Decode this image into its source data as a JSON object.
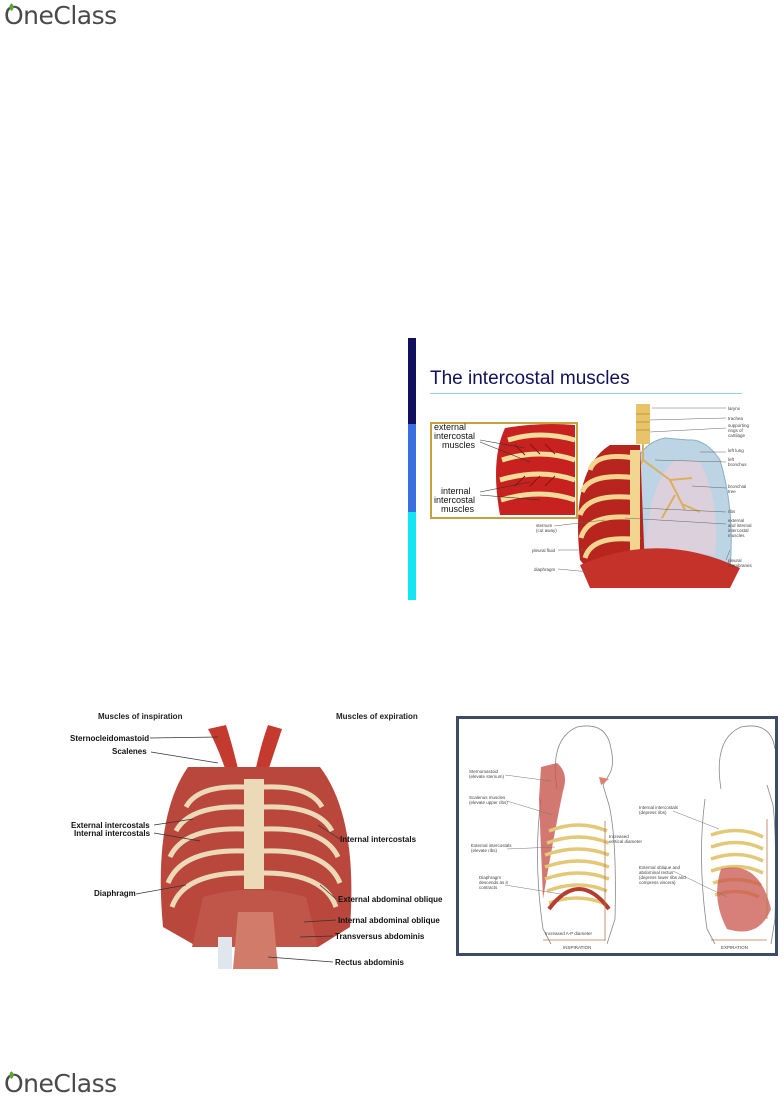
{
  "header": {
    "logo_text": "OneClass"
  },
  "footer": {
    "logo_text": "OneClass"
  },
  "colors": {
    "brand_leaf": "#5aa832",
    "slide_title": "#10105e",
    "slide_frame": "#3c4c66"
  },
  "slide1": {
    "title": "The intercostal muscles",
    "inset_labels": {
      "external": [
        "external",
        "intercostal",
        "muscles"
      ],
      "internal": [
        "internal",
        "intercostal",
        "muscles"
      ]
    },
    "left_labels": {
      "sternum": [
        "sternum",
        "(cut away)"
      ],
      "pleural_fluid": "pleural fluid",
      "diaphragm": "diaphragm"
    },
    "right_labels": {
      "larynx": "larynx",
      "trachea": "trachea",
      "rings": [
        "supporting",
        "rings of",
        "cartilage"
      ],
      "left_lung": "left lung",
      "left_bronchus": [
        "left",
        "bronchus"
      ],
      "bronchial_tree": [
        "bronchial",
        "tree"
      ],
      "ribs": "ribs",
      "ext_int": [
        "external",
        "and internal",
        "intercostal",
        "muscles"
      ],
      "pleural_membranes": [
        "pleural",
        "membranes"
      ]
    }
  },
  "slide2": {
    "heading_left": "Muscles of inspiration",
    "heading_right": "Muscles of expiration",
    "labels": {
      "sternocleidomastoid": "Sternocleidomastoid",
      "scalenes": "Scalenes",
      "external_intercostals": "External intercostals",
      "internal_intercostals_left": "Internal intercostals",
      "internal_intercostals_right": "Internal intercostals",
      "diaphragm": "Diaphragm",
      "external_oblique": "External abdominal oblique",
      "internal_oblique": "Internal abdominal oblique",
      "transversus": "Transversus abdominis",
      "rectus": "Rectus abdominis"
    }
  },
  "slide3": {
    "left_labels": {
      "sternomastoid": [
        "Sternomastoid",
        "(elevate sternum)"
      ],
      "scalenes": [
        "Scalenus muscles",
        "(elevate upper ribs)"
      ],
      "ext_intercostals": [
        "External intercostals",
        "(elevate ribs)"
      ],
      "diaphragm": [
        "Diaphragm",
        "descends as it",
        "contracts"
      ]
    },
    "middle_labels": {
      "vertical": [
        "Increased",
        "vertical diameter"
      ],
      "ap": "Increased A-P diameter",
      "inspiration": "INSPIRATION"
    },
    "right_labels": {
      "int_intercostals": [
        "Internal intercostals",
        "(depress ribs)"
      ],
      "oblique": [
        "External oblique and",
        "abdominal rectus",
        "(depress lower ribs and",
        "compress viscera)"
      ],
      "expiration": "EXPIRATION"
    }
  }
}
